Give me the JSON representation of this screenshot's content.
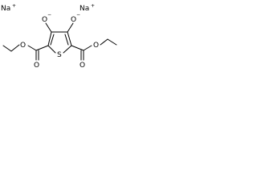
{
  "molecule": {
    "atoms": {
      "na_left": "Na",
      "na_right": "Na",
      "o_top_left": "O",
      "o_top_right": "O",
      "o_ester_left_carbonyl": "O",
      "o_ester_left_ether": "O",
      "o_ester_right_carbonyl": "O",
      "o_ester_right_ether": "O",
      "s_ring": "S"
    },
    "charges": {
      "na_left": "+",
      "na_right": "+",
      "o_top_left": "−",
      "o_top_right": "−"
    },
    "colors": {
      "line": "#000000",
      "background": "#ffffff"
    }
  }
}
